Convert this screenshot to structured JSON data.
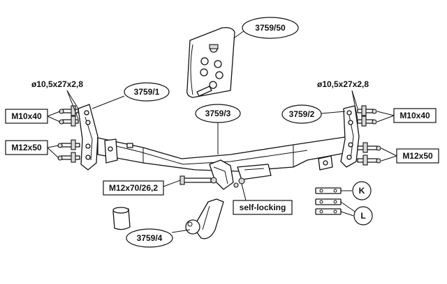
{
  "labels": {
    "bag_part": "3759/50",
    "left_bracket_part": "3759/1",
    "right_bracket_part": "3759/2",
    "center_part": "3759/3",
    "ball_part": "3759/4",
    "washer_left": "ø10,5x27x2,8",
    "washer_right": "ø10,5x27x2,8",
    "bolt_m10_left": "M10x40",
    "bolt_m10_right": "M10x40",
    "bolt_m12_left": "M12x50",
    "bolt_m12_right": "M12x50",
    "bolt_m12x70": "M12x70/26,2",
    "self_locking": "self-locking",
    "key_k": "K",
    "key_l": "L"
  }
}
